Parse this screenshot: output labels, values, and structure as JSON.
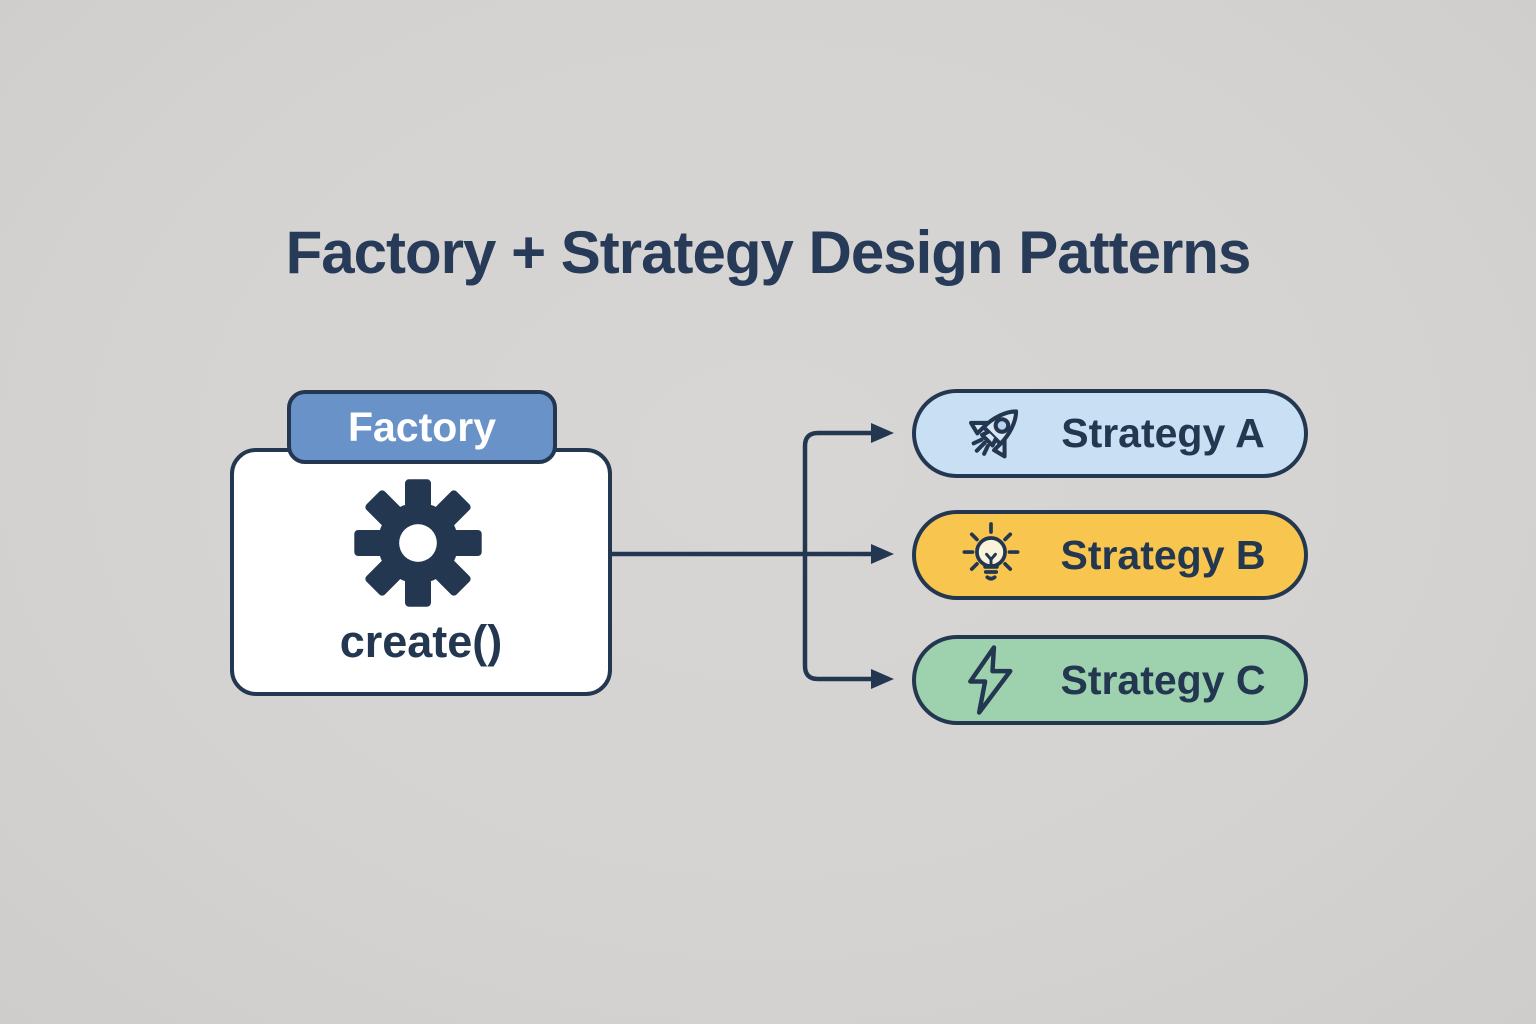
{
  "title": "Factory + Strategy Design Patterns",
  "factory": {
    "tab_label": "Factory",
    "method_label": "create()",
    "icon": "gear-icon"
  },
  "strategies": [
    {
      "label": "Strategy A",
      "icon": "rocket-icon",
      "fill": "#c9dff3"
    },
    {
      "label": "Strategy B",
      "icon": "lightbulb-icon",
      "fill": "#f8c64e"
    },
    {
      "label": "Strategy C",
      "icon": "lightning-icon",
      "fill": "#9ed2af"
    }
  ],
  "colors": {
    "bg": "#d5d3d1",
    "outline": "#233750",
    "title": "#273a58",
    "tab_fill": "#6992c9",
    "tab_text": "#ffffff",
    "card_fill": "#ffffff",
    "text_navy": "#233750",
    "bulb_fill": "#faf3dc",
    "rocket_fill": "#d8e6f4"
  }
}
